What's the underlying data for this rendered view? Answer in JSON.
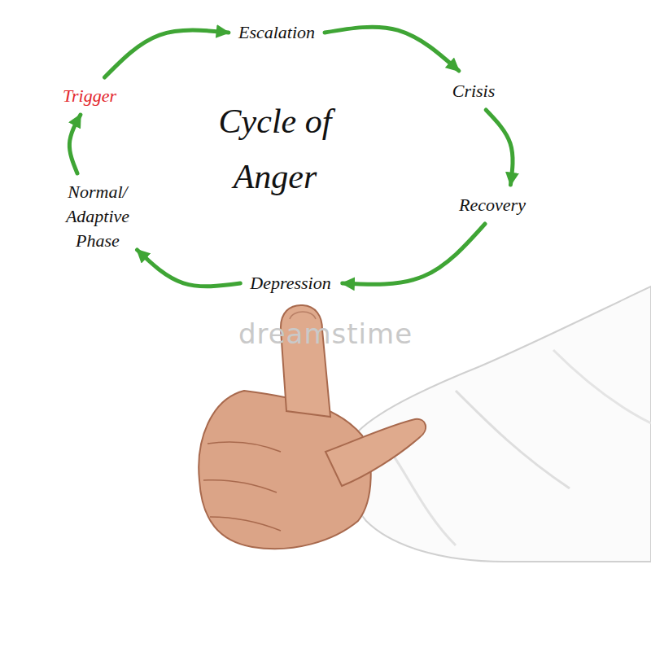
{
  "diagram": {
    "title": "Cycle of Anger",
    "nodes": [
      {
        "text": [
          "Trigger"
        ]
      },
      {
        "text": [
          "Escalation"
        ]
      },
      {
        "text": [
          "Crisis"
        ]
      },
      {
        "text": [
          "Recovery"
        ]
      },
      {
        "text": [
          "Depression"
        ]
      },
      {
        "text": [
          "Normal/ Adaptive Phase"
        ]
      }
    ],
    "edges": [
      {
        "from": 0,
        "to": 1,
        "arrow": "to"
      },
      {
        "from": 1,
        "to": 2,
        "arrow": "to"
      },
      {
        "from": 2,
        "to": 3,
        "arrow": "to"
      },
      {
        "from": 3,
        "to": 4,
        "arrow": "to"
      },
      {
        "from": 4,
        "to": 5,
        "arrow": "to"
      },
      {
        "from": 5,
        "to": 0,
        "arrow": "to"
      }
    ],
    "labels": [
      "dreamstime"
    ]
  }
}
